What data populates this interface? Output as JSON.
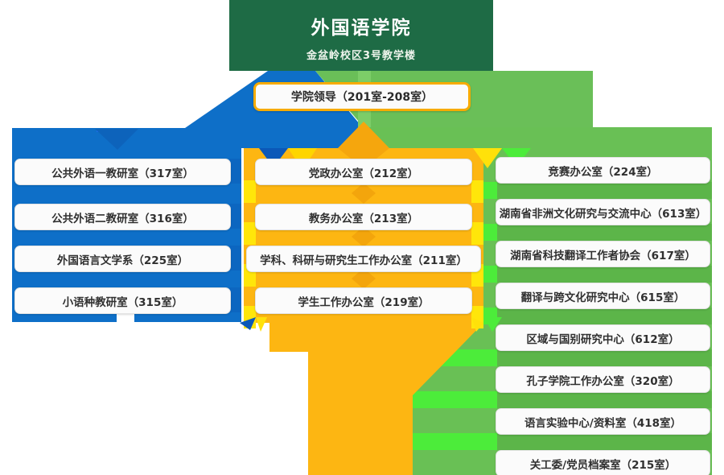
{
  "header": {
    "title": "外国语学院",
    "subtitle": "金盆岭校区3号教学楼"
  },
  "leader": {
    "label": "学院领导（201室-208室）"
  },
  "columns": {
    "left": {
      "panel_color": "#0e6fc8",
      "items": [
        {
          "label": "公共外语一教研室（317室）"
        },
        {
          "label": "公共外语二教研室（316室）"
        },
        {
          "label": "外国语言文学系（225室）"
        },
        {
          "label": "小语种教研室（315室）"
        }
      ]
    },
    "middle": {
      "panel_color": "#fdb612",
      "tab_color": "#ffe60a",
      "items": [
        {
          "label": "党政办公室（212室）"
        },
        {
          "label": "教务办公室（213室）"
        },
        {
          "label": "学科、科研与研究生工作办公室（211室）"
        },
        {
          "label": "学生工作办公室（219室）"
        }
      ]
    },
    "right": {
      "panel_color": "#69c055",
      "tab_color": "#4cec3a",
      "items": [
        {
          "label": "竞赛办公室（224室）"
        },
        {
          "label": "湖南省非洲文化研究与交流中心（613室）"
        },
        {
          "label": "湖南省科技翻译工作者协会（617室）"
        },
        {
          "label": "翻译与跨文化研究中心（615室）"
        },
        {
          "label": "区域与国别研究中心（612室）"
        },
        {
          "label": "孔子学院工作办公室（320室）"
        },
        {
          "label": "语言实验中心/资料室（418室）"
        },
        {
          "label": "关工委/党员档案室（215室）"
        }
      ]
    }
  },
  "colors": {
    "header_green": "#1e6b45",
    "blue": "#0e6fc8",
    "blue_dark": "#0b58b8",
    "orange": "#fdb612",
    "orange_dark": "#f5a60d",
    "yellow": "#ffe60a",
    "green": "#69c055",
    "green_dark_stripe": "#5cb549",
    "green_bright": "#4cec3a",
    "leader_border": "#f7ab00",
    "box_bg": "#fbfbfb",
    "text": "#303030"
  }
}
